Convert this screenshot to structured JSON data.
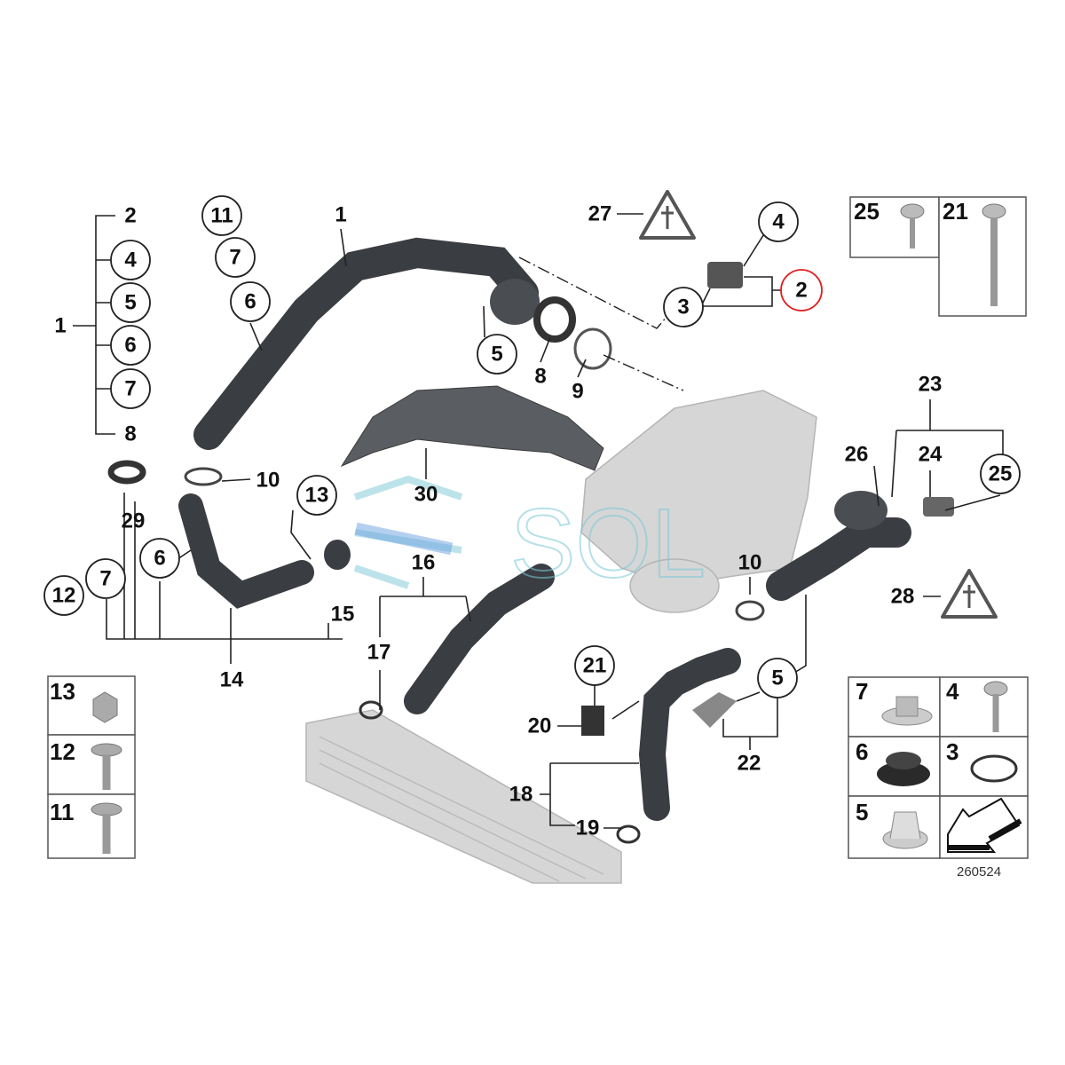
{
  "diagram": {
    "reference_number": "260524",
    "watermark": "SOL",
    "accent_color": "#e02020",
    "callouts": {
      "c1a": "1",
      "c2a": "2",
      "c4a": "4",
      "c5a": "5",
      "c6a": "6",
      "c7a": "7",
      "c8a": "8",
      "c11b": "11",
      "c7b": "7",
      "c6b": "6",
      "c1b": "1",
      "c5b": "5",
      "c8b": "8",
      "c9b": "9",
      "c27": "27",
      "c4c": "4",
      "c3c": "3",
      "c2c": "2",
      "c10a": "10",
      "c13": "13",
      "c29": "29",
      "c30": "30",
      "c6d": "6",
      "c7d": "7",
      "c12": "12",
      "c15": "15",
      "c14": "14",
      "c16": "16",
      "c17": "17",
      "c23": "23",
      "c26": "26",
      "c24": "24",
      "c25": "25",
      "c10b": "10",
      "c28": "28",
      "c21": "21",
      "c5e": "5",
      "c20": "20",
      "c22": "22",
      "c18": "18",
      "c19": "19"
    },
    "parts_boxes": {
      "top_right": [
        "25",
        "21"
      ],
      "left": [
        "13",
        "12",
        "11"
      ],
      "bottom_right": [
        "7",
        "4",
        "6",
        "3",
        "5"
      ]
    }
  }
}
